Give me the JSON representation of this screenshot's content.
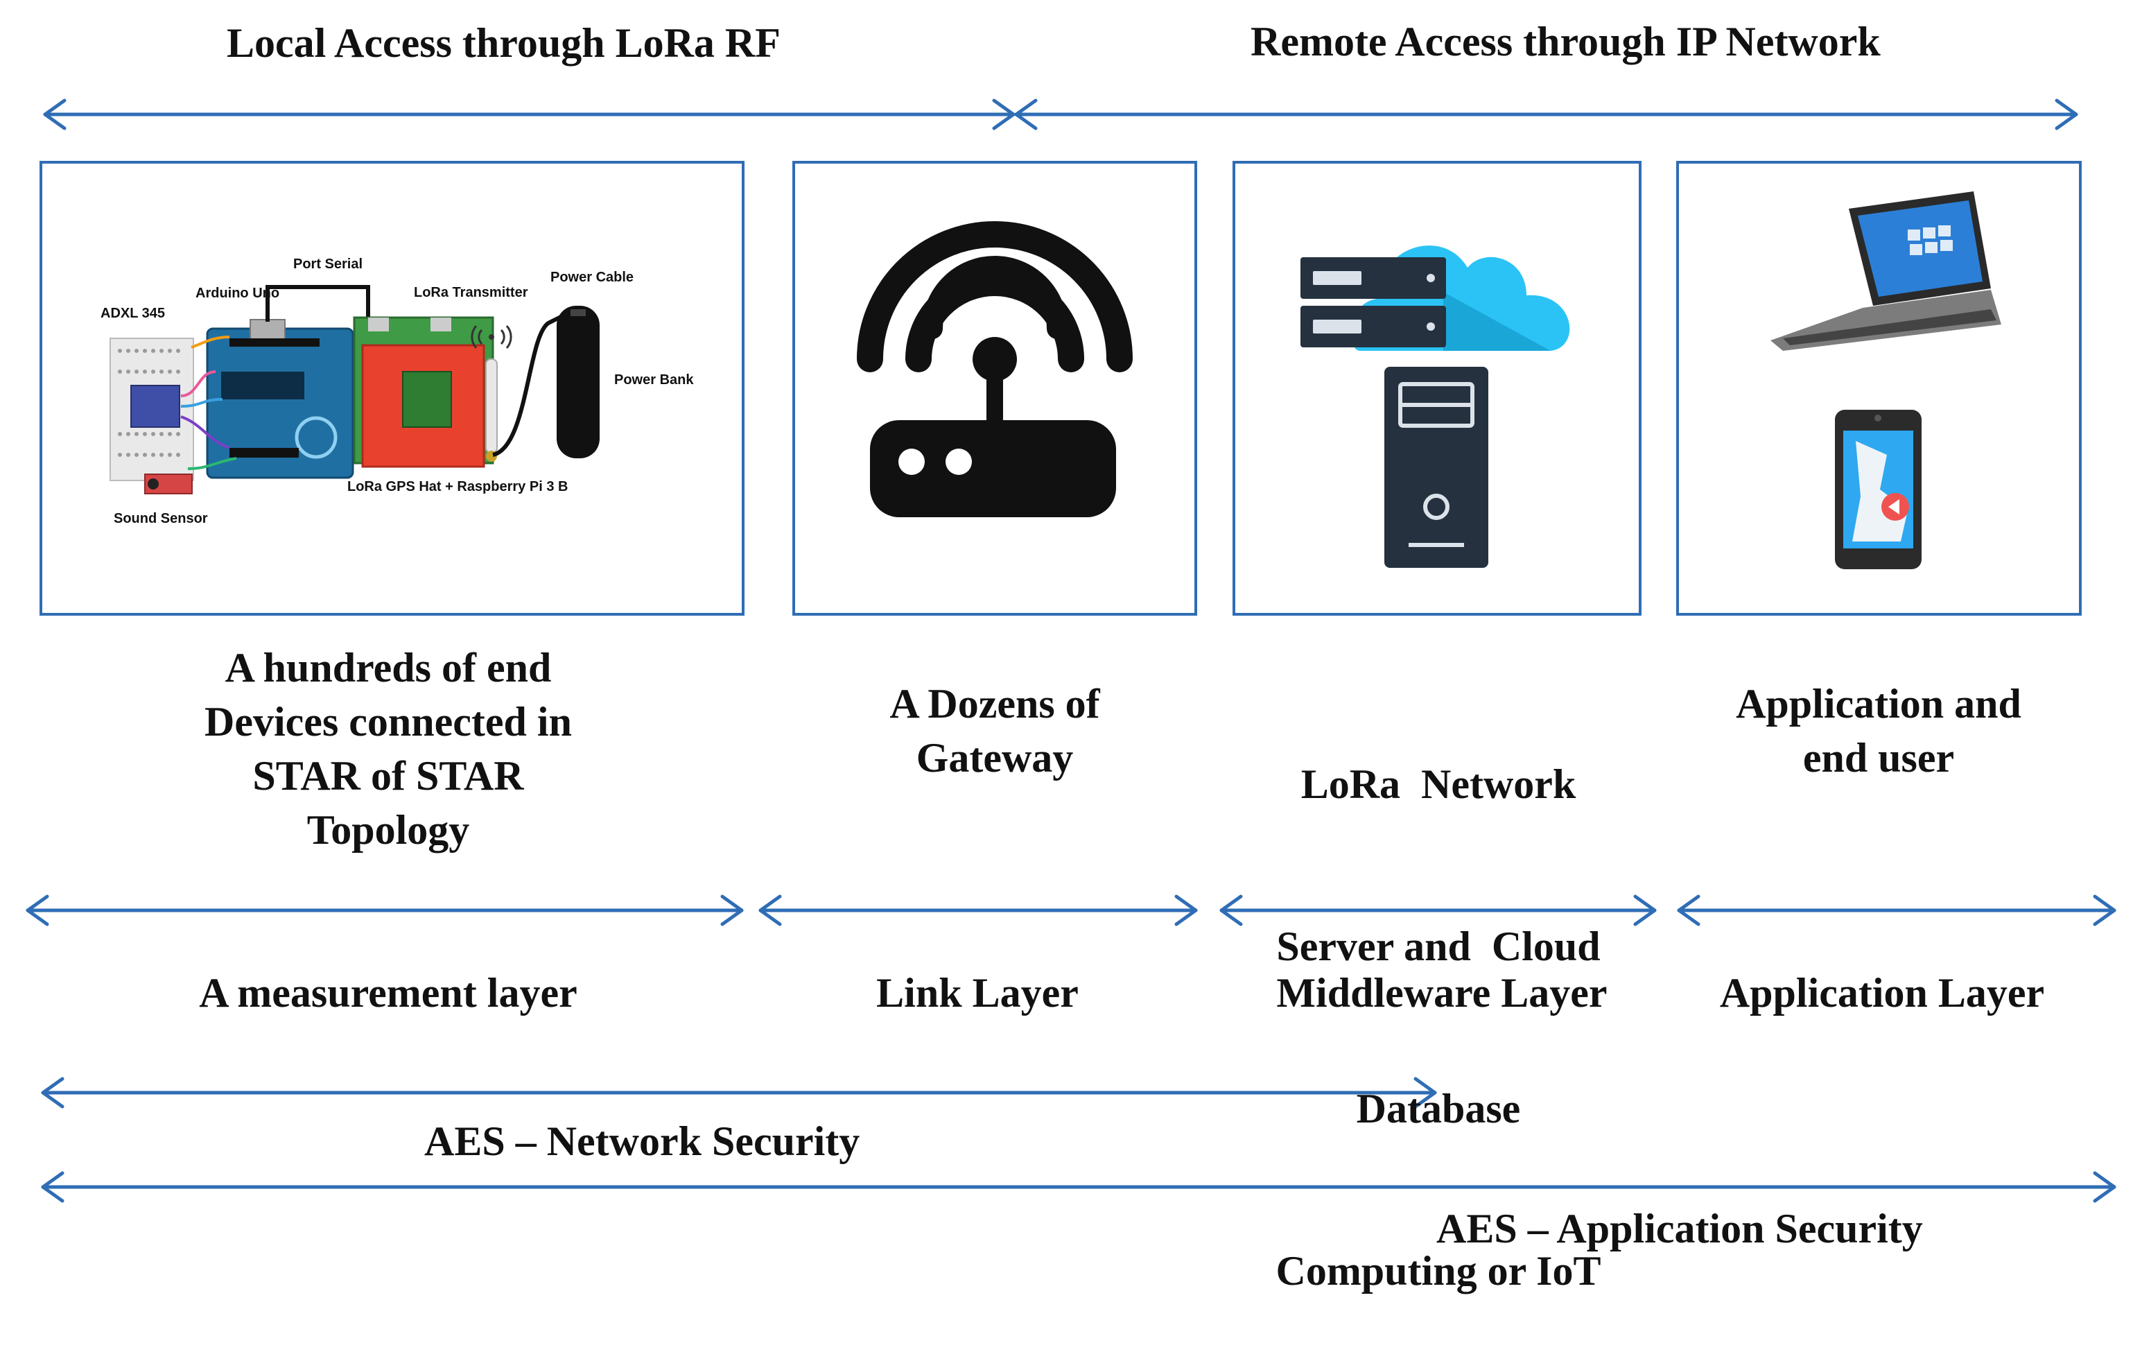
{
  "headers": {
    "local": "Local Access through LoRa RF",
    "remote": "Remote Access through IP Network"
  },
  "boxes": {
    "end_devices": {
      "icon": "hardware-circuit-icon",
      "parts": {
        "adxl": "ADXL 345",
        "arduino": "Arduino Uno",
        "port_serial": "Port Serial",
        "lora_tx": "LoRa Transmitter",
        "power_cable": "Power Cable",
        "power_bank": "Power Bank",
        "lora_gps": "LoRa GPS Hat + Raspberry Pi 3 B",
        "sound_sensor": "Sound Sensor"
      }
    },
    "gateway": {
      "icon": "wireless-router-icon"
    },
    "server": {
      "icon": "cloud-server-icon"
    },
    "application": {
      "icons": [
        "laptop-icon",
        "smartphone-map-icon"
      ]
    }
  },
  "descriptions": [
    [
      "A hundreds of end",
      "Devices connected in",
      "STAR of STAR",
      "Topology"
    ],
    [
      "A Dozens of",
      "Gateway"
    ],
    [
      "LoRa  Network",
      "Server and  Cloud",
      "Database",
      "Computing or IoT"
    ],
    [
      "Application and",
      "end user"
    ]
  ],
  "layers": {
    "measurement": "A measurement layer",
    "link": "Link Layer",
    "middleware": "Middleware Layer",
    "application": "Application Layer"
  },
  "security": {
    "network": "AES – Network Security",
    "application": "AES – Application Security"
  },
  "colors": {
    "arrow": "#2f6db5",
    "box_border": "#2f6db5",
    "cloud": "#29c5f6",
    "dark": "#25313f"
  }
}
